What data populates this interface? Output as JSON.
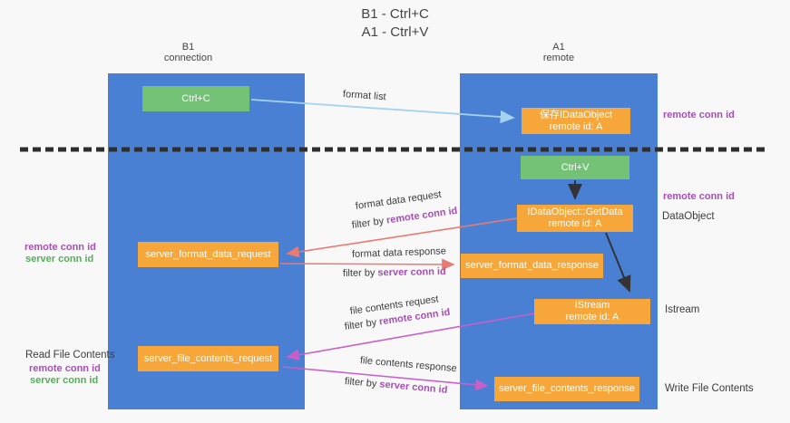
{
  "title": {
    "line1": "B1 - Ctrl+C",
    "line2": "A1 - Ctrl+V"
  },
  "lanes": {
    "left": {
      "name_line1": "B1",
      "name_line2": "connection"
    },
    "right": {
      "name_line1": "A1",
      "name_line2": "remote"
    }
  },
  "nodes": {
    "ctrl_c": {
      "label": "Ctrl+C"
    },
    "save_dataobject": {
      "line1": "保存IDataObject",
      "line2": "remote id: A"
    },
    "ctrl_v": {
      "label": "Ctrl+V"
    },
    "getdata": {
      "line1": "IDataObject::GetData",
      "line2": "remote id: A"
    },
    "format_request": {
      "label": "server_format_data_request"
    },
    "format_response": {
      "label": "server_format_data_response"
    },
    "istream": {
      "line1": "IStream",
      "line2": "remote id: A"
    },
    "file_request": {
      "label": "server_file_contents_request"
    },
    "file_response": {
      "label": "server_file_contents_response"
    }
  },
  "flows": {
    "format_list": {
      "label": "format list"
    },
    "format_data_request": {
      "label": "format data request",
      "filter_prefix": "filter by ",
      "filter_id": "remote conn id"
    },
    "format_data_response": {
      "label": "format data response",
      "filter_prefix": "filter by ",
      "filter_id": "server conn id"
    },
    "file_contents_request": {
      "label": "file contents request",
      "filter_prefix": "filter by ",
      "filter_id": "remote conn id"
    },
    "file_contents_response": {
      "label": "file contents response",
      "filter_prefix": "filter by ",
      "filter_id": "server conn id"
    }
  },
  "side_labels": {
    "remote_conn_id_top": "remote conn id",
    "remote_conn_id_mid": "remote conn id",
    "dataobject": "DataObject",
    "istream": "Istream",
    "write_file_contents": "Write File Contents",
    "read_file_contents": "Read File Contents",
    "left_remote_conn_id_1": "remote conn id",
    "left_server_conn_id_1": "server conn id",
    "left_remote_conn_id_2": "remote conn id",
    "left_server_conn_id_2": "server conn id"
  },
  "colors": {
    "lane_blue": "#4a80d4",
    "node_green": "#74c276",
    "node_orange": "#f7a73a",
    "arrow_salmon": "#e87a72",
    "arrow_magenta": "#c95fc9",
    "arrow_lightblue": "#a5d2f0",
    "arrow_black": "#333333",
    "text_purple": "#a64fb5",
    "text_green": "#56ad5a",
    "text_dark": "#3b3b3b",
    "divider": "#2e2e2e",
    "background": "#f8f8f8"
  }
}
